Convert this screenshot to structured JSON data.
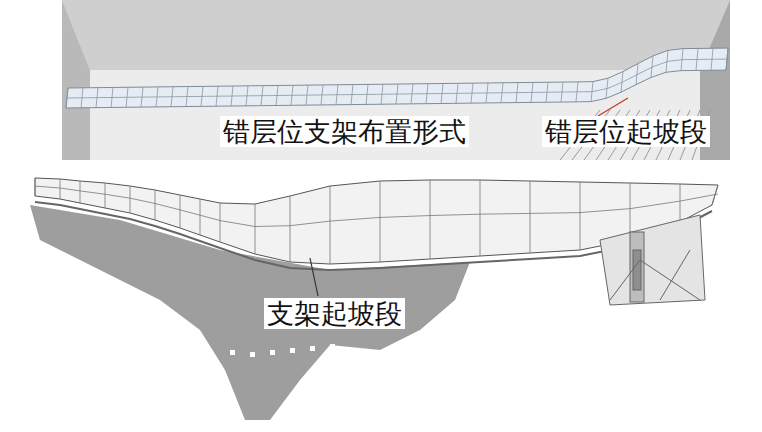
{
  "diagram": {
    "labels": [
      "错层位支架布置形式",
      "错层位起坡段",
      "支架起坡段"
    ]
  }
}
